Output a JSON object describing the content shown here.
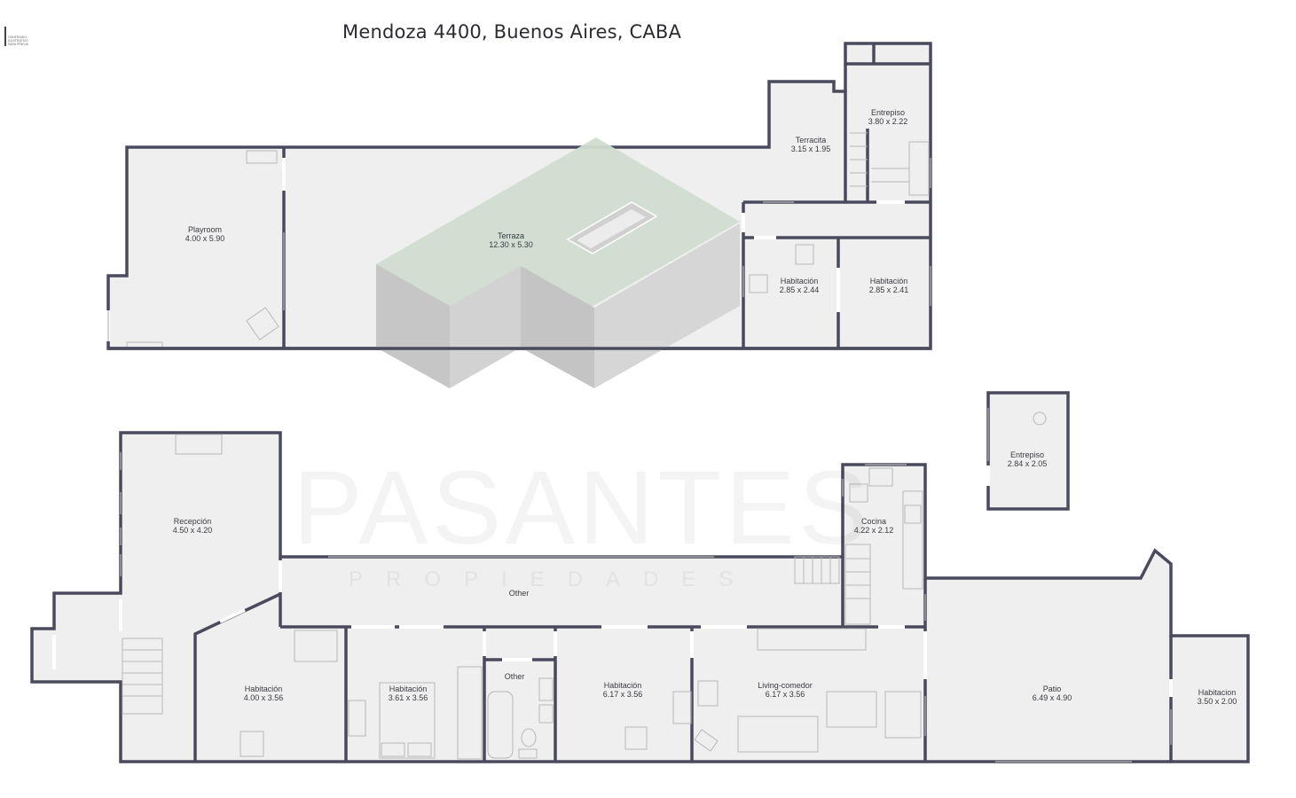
{
  "title": "Mendoza 4400, Buenos Aires, CABA",
  "watermark": {
    "main": "PASANTES",
    "sub": "PROPIEDADES"
  },
  "logo": {
    "text": "CONTENIDO ILUSTRATIVO PARA PREVIA"
  },
  "colors": {
    "wall": "#4a4a5e",
    "floor": "#efefef",
    "roof_top": "#cfdccf",
    "block_side": "#c9c9c9"
  },
  "upper_floor": {
    "rooms": [
      {
        "name": "Playroom",
        "size": "4.00 x 5.90"
      },
      {
        "name": "Terraza",
        "size": "12.30 x 5.30"
      },
      {
        "name": "Terracita",
        "size": "3.15 x 1.95"
      },
      {
        "name": "Entrepiso",
        "size": "3.80 x 2.22"
      },
      {
        "name": "Habitación",
        "size": "2.85 x 2.44"
      },
      {
        "name": "Habitación",
        "size": "2.85 x 2.41"
      }
    ]
  },
  "lower_floor": {
    "rooms": [
      {
        "name": "Recepción",
        "size": "4.50 x 4.20"
      },
      {
        "name": "Other",
        "size": ""
      },
      {
        "name": "Cocina",
        "size": "4.22 x 2.12"
      },
      {
        "name": "Entrepiso",
        "size": "2.84 x 2.05"
      },
      {
        "name": "Habitación",
        "size": "4.00 x 3.56"
      },
      {
        "name": "Habitación",
        "size": "3.61 x 3.56"
      },
      {
        "name": "Other",
        "size": ""
      },
      {
        "name": "Habitación",
        "size": "6.17 x 3.56"
      },
      {
        "name": "Living-comedor",
        "size": "6.17 x 3.56"
      },
      {
        "name": "Patio",
        "size": "6.49 x  4.90"
      },
      {
        "name": "Habitacion",
        "size": "3.50 x 2.00"
      }
    ]
  }
}
